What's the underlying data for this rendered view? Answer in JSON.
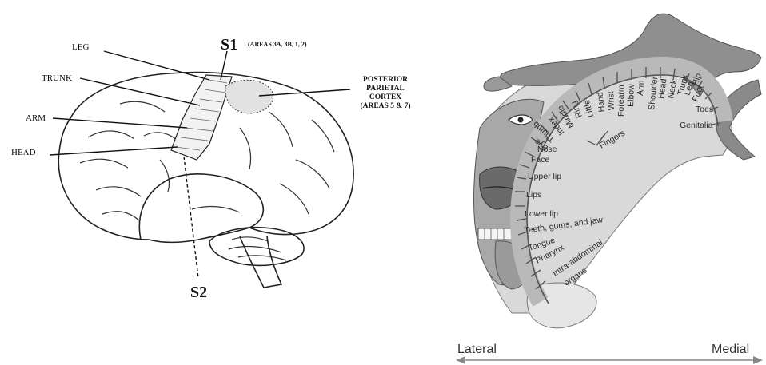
{
  "left_panel": {
    "s1_label": "S1",
    "s1_areas": "(AREAS 3A, 3B, 1, 2)",
    "s2_label": "S2",
    "leg": "LEG",
    "trunk": "TRUNK",
    "arm": "ARM",
    "head": "HEAD",
    "ppc_lines": [
      "POSTERIOR",
      "PARIETAL",
      "CORTEX",
      "(AREAS 5 & 7)"
    ]
  },
  "right_panel": {
    "body_parts": [
      "Genitalia",
      "Toes",
      "Foot",
      "Leg",
      "Hip",
      "Trunk",
      "Neck",
      "Head",
      "Shoulder",
      "Arm",
      "Elbow",
      "Forearm",
      "Wrist",
      "Hand",
      "Little",
      "Ring",
      "Middle",
      "Index",
      "Thumb",
      "Eye",
      "Nose",
      "Face",
      "Upper lip",
      "Lips",
      "Lower lip",
      "Teeth, gums, and jaw",
      "Tongue",
      "Pharynx",
      "Intra-abdominal",
      "organs"
    ],
    "fingers_label": "Fingers",
    "lateral": "Lateral",
    "medial": "Medial",
    "colors": {
      "cortex_band": "#b9b9b9",
      "figure_shade": "#8a8a8a",
      "arrow": "#888888"
    }
  }
}
